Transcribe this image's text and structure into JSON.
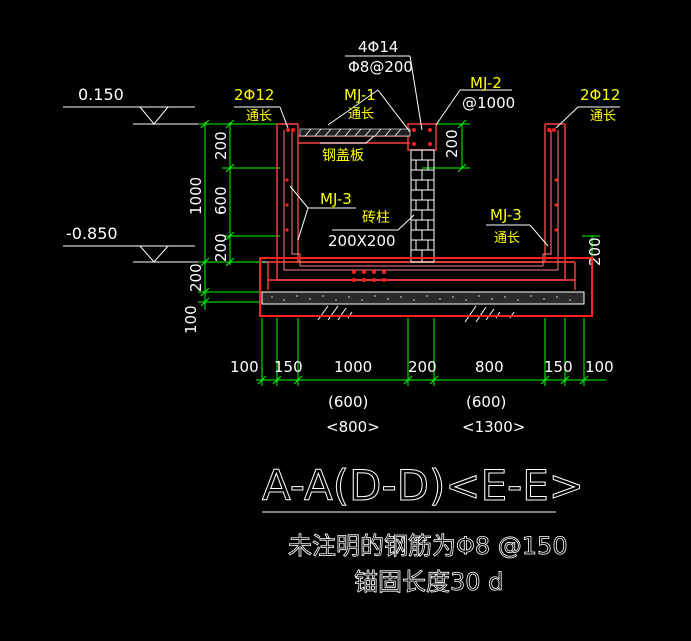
{
  "elevations": {
    "top": "0.150",
    "bottom": "-0.850"
  },
  "left_dims": {
    "d1": "200",
    "d2": "600",
    "d3": "200",
    "total": "1000",
    "d4": "200",
    "d5": "100"
  },
  "right_dims": {
    "top": "200",
    "bottom": "200"
  },
  "labels": {
    "rebar_4": "4Φ14",
    "stirrup": "Φ8@200",
    "mj1": "MJ-1",
    "mj1_sub": "通长",
    "mj2": "MJ-2",
    "mj2_sub": "@1000",
    "left_rebar": "2Φ12",
    "left_rebar_sub": "通长",
    "right_rebar": "2Φ12",
    "right_rebar_sub": "通长",
    "steel_cover": "钢盖板",
    "mj3_left": "MJ-3",
    "brick_col": "砖柱",
    "brick_size": "200X200",
    "mj3_right": "MJ-3",
    "mj3_right_sub": "通长"
  },
  "bottom_dims": [
    "100",
    "150",
    "1000",
    "200",
    "800",
    "150",
    "100"
  ],
  "alt_dims": {
    "left_paren": "(600)",
    "left_angle": "<800>",
    "right_paren": "(600)",
    "right_angle": "<1300>"
  },
  "section_title": "A-A(D-D)<E-E>",
  "notes": {
    "line1": "未注明的钢筋为Φ8 @150",
    "line2": "锚固长度30 d"
  },
  "colors": {
    "background": "#000000",
    "dimension": "#00ff00",
    "text": "#ffffff",
    "annotation": "#ffff00",
    "concrete": "#ff4040",
    "highlight": "#ff2020",
    "rebar": "#ff8080"
  }
}
